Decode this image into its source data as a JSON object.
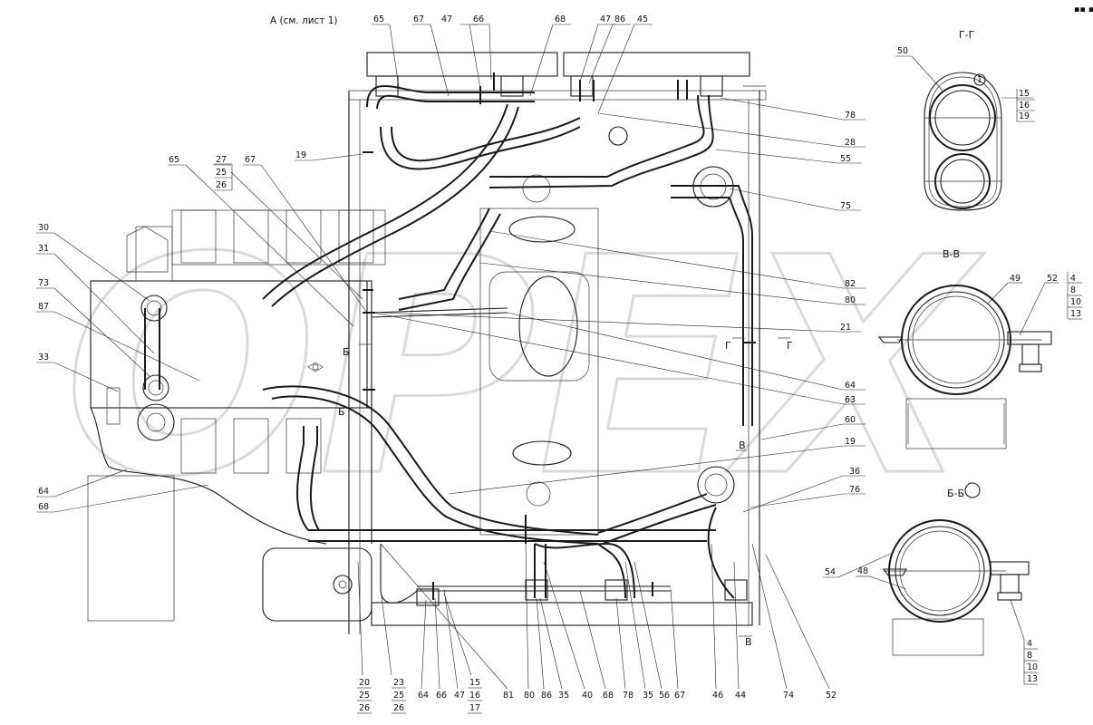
{
  "header": {
    "view_title": "А (см. лист 1)",
    "menu_glyph": "▪▪ ▪▪▪"
  },
  "sections": {
    "gg": "Г-Г",
    "vv": "В-В",
    "bb": "Б-Б"
  },
  "cut_marks": {
    "b_upper": "Б",
    "b_lower": "Б",
    "g_left": "Г",
    "g_right": "Г",
    "v_upper": "В",
    "v_lower": "В"
  },
  "callouts": {
    "top": [
      "65",
      "67",
      "47",
      "66",
      "68",
      "47",
      "86",
      "45"
    ],
    "right": [
      "78",
      "28",
      "55",
      "75",
      "82",
      "80",
      "21",
      "64",
      "63",
      "60",
      "19",
      "36",
      "76"
    ],
    "left": [
      "30",
      "31",
      "73",
      "87",
      "33",
      "64",
      "68"
    ],
    "mid_left": [
      "19",
      "65",
      "67"
    ],
    "stack_27": [
      "27",
      "25",
      "26"
    ],
    "gg_section": [
      "50",
      "15",
      "16",
      "19"
    ],
    "vv_section": [
      "49",
      "52",
      "4",
      "8",
      "10",
      "13"
    ],
    "bb_section": [
      "54",
      "48",
      "4",
      "8",
      "10",
      "13"
    ]
  },
  "bottom_labels": {
    "stack_20": [
      "20",
      "25",
      "26"
    ],
    "stack_23": [
      "23",
      "25",
      "26"
    ],
    "singles_a": [
      "64",
      "66",
      "47"
    ],
    "stack_15": [
      "15",
      "16",
      "17"
    ],
    "singles_b": [
      "81",
      "80",
      "86",
      "35",
      "40",
      "68",
      "78",
      "35",
      "56",
      "67",
      "46",
      "44",
      "74",
      "52"
    ]
  },
  "watermark": {
    "brand": "OPEX"
  }
}
